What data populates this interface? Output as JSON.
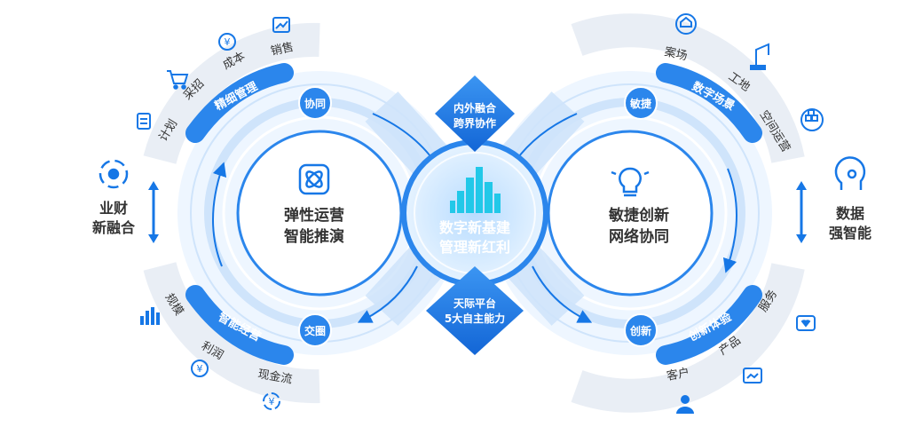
{
  "center": {
    "line1": "数字新基建",
    "line2": "管理新红利"
  },
  "top_diamond": {
    "line1": "内外融合",
    "line2": "跨界协作"
  },
  "bottom_diamond": {
    "line1": "天际平台",
    "line2": "5大自主能力"
  },
  "left_loop": {
    "center_line1": "弹性运营",
    "center_line2": "智能推演",
    "top_badge": "协同",
    "bottom_badge": "交圈",
    "top_band": "精细管理",
    "bottom_band": "智能经营",
    "top_items": [
      "计划",
      "采招",
      "成本",
      "销售"
    ],
    "bottom_items": [
      "规模",
      "利润",
      "现金流"
    ]
  },
  "right_loop": {
    "center_line1": "敏捷创新",
    "center_line2": "网络协同",
    "top_badge": "敏捷",
    "bottom_badge": "创新",
    "top_band": "数字场景",
    "bottom_band": "创新体验",
    "top_items": [
      "案场",
      "工地",
      "空间运营"
    ],
    "bottom_items": [
      "客户",
      "产品",
      "服务"
    ]
  },
  "left_side": {
    "line1": "业财",
    "line2": "新融合"
  },
  "right_side": {
    "line1": "数据",
    "line2": "强智能"
  },
  "colors": {
    "primary": "#1677e6",
    "light": "#dceefe",
    "band": "#2b86ec",
    "text": "#333333"
  },
  "icons": [
    "cart-icon",
    "yen-icon",
    "chart-icon",
    "plan-doc-icon",
    "cycle-gear-icon",
    "bars-icon",
    "yen-bottom-icon",
    "cash-flow-icon",
    "home-icon",
    "crane-icon",
    "cubes-icon",
    "head-ai-icon",
    "service-heart-icon",
    "product-card-icon",
    "customer-icon",
    "atom-icon",
    "bulb-icon",
    "city-icon"
  ]
}
